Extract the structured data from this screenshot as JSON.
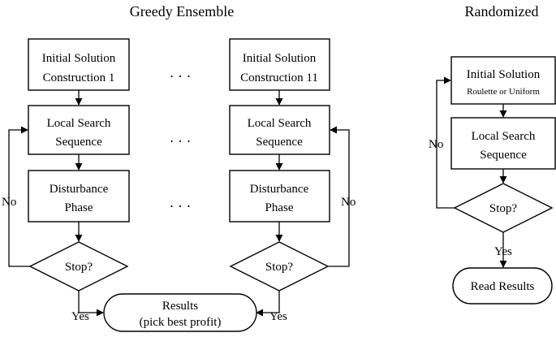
{
  "titles": {
    "greedy": "Greedy Ensemble",
    "randomized": "Randomized"
  },
  "left_chain": {
    "init_line1": "Initial Solution",
    "init_line2": "Construction 1",
    "ls_line1": "Local Search",
    "ls_line2": "Sequence",
    "dist_line1": "Disturbance",
    "dist_line2": "Phase",
    "stop": "Stop?",
    "no": "No",
    "yes": "Yes"
  },
  "right_chain": {
    "init_line1": "Initial Solution",
    "init_line2": "Construction 11",
    "ls_line1": "Local Search",
    "ls_line2": "Sequence",
    "dist_line1": "Disturbance",
    "dist_line2": "Phase",
    "stop": "Stop?",
    "no": "No",
    "yes": "Yes"
  },
  "ellipsis": "· · ·",
  "results": {
    "line1": "Results",
    "line2": "(pick best profit)"
  },
  "randomized": {
    "init_line1": "Initial Solution",
    "init_line2": "Roulette or Uniform",
    "ls_line1": "Local Search",
    "ls_line2": "Sequence",
    "stop": "Stop?",
    "no": "No",
    "yes": "Yes",
    "read_results": "Read Results"
  }
}
